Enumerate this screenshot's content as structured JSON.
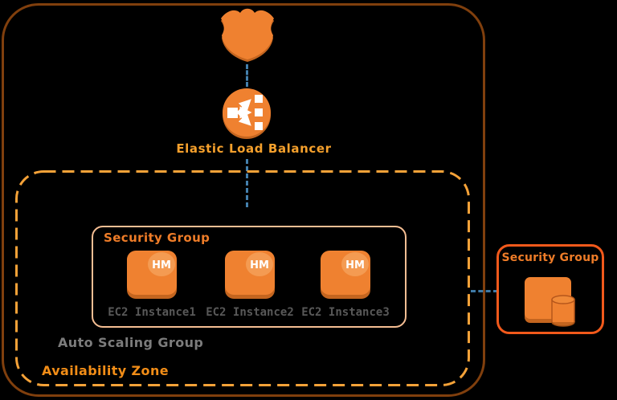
{
  "diagram": {
    "type": "aws-architecture",
    "background": "#000000"
  },
  "nodes": {
    "shield": {
      "icon": "route53-shield-icon"
    },
    "elb": {
      "label": "Elastic Load Balancer",
      "icon": "load-balancer-icon"
    },
    "availability_zone": {
      "label": "Availability Zone"
    },
    "auto_scaling_group": {
      "label": "Auto Scaling Group"
    },
    "security_group_asg": {
      "label": "Security Group"
    },
    "ec2_instances": [
      {
        "label": "EC2 Instance1",
        "badge": "HM"
      },
      {
        "label": "EC2 Instance2",
        "badge": "HM"
      },
      {
        "label": "EC2 Instance3",
        "badge": "HM"
      }
    ],
    "security_group_db": {
      "label": "Security Group",
      "icon": "database-icon"
    }
  },
  "connectors": [
    {
      "from": "shield",
      "to": "elb",
      "style": "dashed-blue"
    },
    {
      "from": "elb",
      "to": "security_group_asg",
      "style": "dashed-blue"
    },
    {
      "from": "availability_zone",
      "to": "security_group_db",
      "style": "dashed-blue"
    }
  ],
  "colors": {
    "background": "#000000",
    "outer_border": "#803F0D",
    "az_dash": "#F5A238",
    "az_label": "#F28D17",
    "asg_label": "#7C7C7C",
    "sg_inner_border": "#F5BE93",
    "sg_title": "#EE7C28",
    "sg_right_border": "#F2591B",
    "icon_orange": "#EF8130",
    "icon_orange_dark": "#C4651F",
    "icon_orange_light": "#F49B52",
    "elb_label": "#F5A02C",
    "ec2_label": "#585858",
    "connector_blue": "#4480AD"
  }
}
